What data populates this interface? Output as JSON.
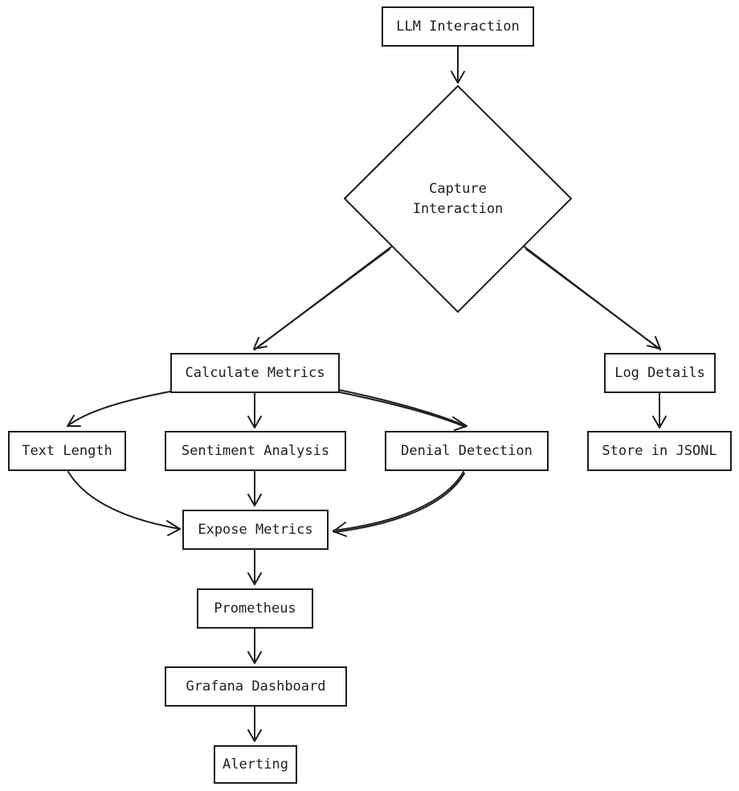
{
  "nodes": {
    "llm_interaction": "LLM Interaction",
    "capture_interaction": {
      "line1": "Capture",
      "line2": "Interaction"
    },
    "calculate_metrics": "Calculate Metrics",
    "log_details": "Log Details",
    "text_length": "Text Length",
    "sentiment_analysis": "Sentiment Analysis",
    "denial_detection": "Denial Detection",
    "store_in_jsonl": "Store in JSONL",
    "expose_metrics": "Expose Metrics",
    "prometheus": "Prometheus",
    "grafana_dashboard": "Grafana Dashboard",
    "alerting": "Alerting"
  },
  "edges": [
    {
      "from": "LLM Interaction",
      "to": "Capture Interaction"
    },
    {
      "from": "Capture Interaction",
      "to": "Calculate Metrics"
    },
    {
      "from": "Capture Interaction",
      "to": "Log Details"
    },
    {
      "from": "Calculate Metrics",
      "to": "Text Length"
    },
    {
      "from": "Calculate Metrics",
      "to": "Sentiment Analysis"
    },
    {
      "from": "Calculate Metrics",
      "to": "Denial Detection"
    },
    {
      "from": "Log Details",
      "to": "Store in JSONL"
    },
    {
      "from": "Text Length",
      "to": "Expose Metrics"
    },
    {
      "from": "Sentiment Analysis",
      "to": "Expose Metrics"
    },
    {
      "from": "Denial Detection",
      "to": "Expose Metrics"
    },
    {
      "from": "Expose Metrics",
      "to": "Prometheus"
    },
    {
      "from": "Prometheus",
      "to": "Grafana Dashboard"
    },
    {
      "from": "Grafana Dashboard",
      "to": "Alerting"
    }
  ],
  "colors": {
    "stroke": "#1e1e1e",
    "background": "#ffffff"
  }
}
